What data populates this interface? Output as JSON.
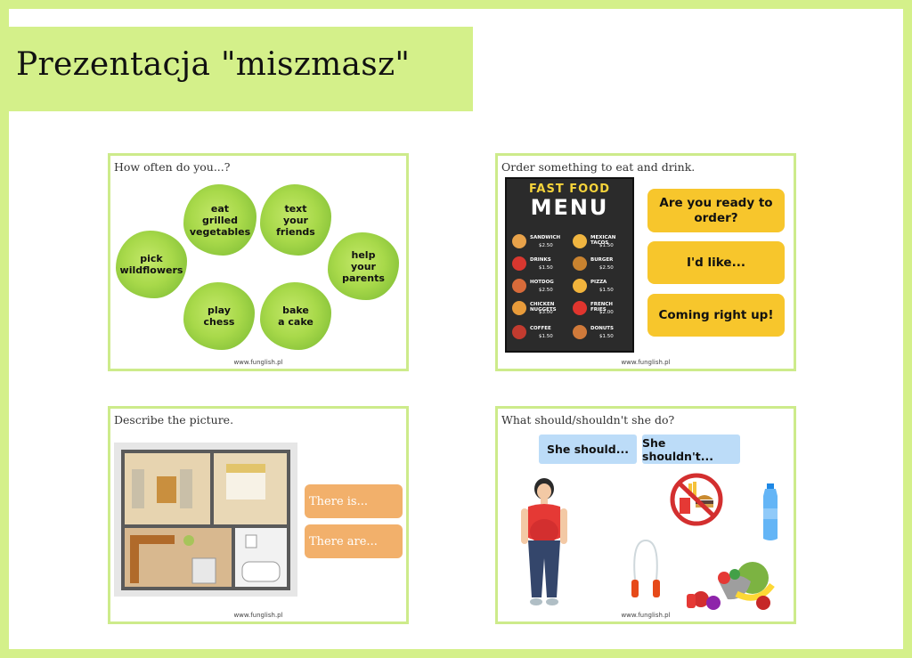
{
  "page": {
    "title": "Prezentacja \"miszmasz\"",
    "colors": {
      "accent": "#d4f08a",
      "slide_border": "#cdeb8b",
      "blob": "#a8d94a",
      "pill": "#f7c62c",
      "orange": "#f2b06b",
      "blue": "#bcdcf8"
    }
  },
  "slides": [
    {
      "title": "How often  do you...?",
      "footer": "www.funglish.pl",
      "blobs": [
        "pick\nwildflowers",
        "eat\ngrilled\nvegetables",
        "play\nchess",
        "text\nyour\nfriends",
        "bake\na cake",
        "help\nyour\nparents"
      ]
    },
    {
      "title": "Order something to eat and drink.",
      "footer": "www.funglish.pl",
      "menu": {
        "heading_top": "FAST FOOD",
        "heading_main": "MENU",
        "items": [
          {
            "name": "SANDWICH",
            "price": "$2.50",
            "icon": "sandwich-icon"
          },
          {
            "name": "MEXICAN TACOS",
            "price": "$1.50",
            "icon": "taco-icon"
          },
          {
            "name": "DRINKS",
            "price": "$1.50",
            "icon": "drink-icon"
          },
          {
            "name": "BURGER",
            "price": "$2.50",
            "icon": "burger-icon"
          },
          {
            "name": "HOTDOG",
            "price": "$2.50",
            "icon": "hotdog-icon"
          },
          {
            "name": "PIZZA",
            "price": "$1.50",
            "icon": "pizza-icon"
          },
          {
            "name": "CHICKEN NUGGETS",
            "price": "$3.00",
            "icon": "nuggets-icon"
          },
          {
            "name": "FRENCH FRIES",
            "price": "$2.00",
            "icon": "fries-icon"
          },
          {
            "name": "COFFEE",
            "price": "$1.50",
            "icon": "coffee-icon"
          },
          {
            "name": "DONUTS",
            "price": "$1.50",
            "icon": "donut-icon"
          }
        ]
      },
      "buttons": [
        "Are you ready to\norder?",
        "I'd like...",
        "Coming right up!"
      ]
    },
    {
      "title": "Describe the picture.",
      "footer": "www.funglish.pl",
      "buttons": [
        "There is...",
        "There are..."
      ]
    },
    {
      "title": "What should/shouldn't she do?",
      "footer": "www.funglish.pl",
      "buttons": [
        "She should...",
        "She shouldn't..."
      ]
    }
  ]
}
